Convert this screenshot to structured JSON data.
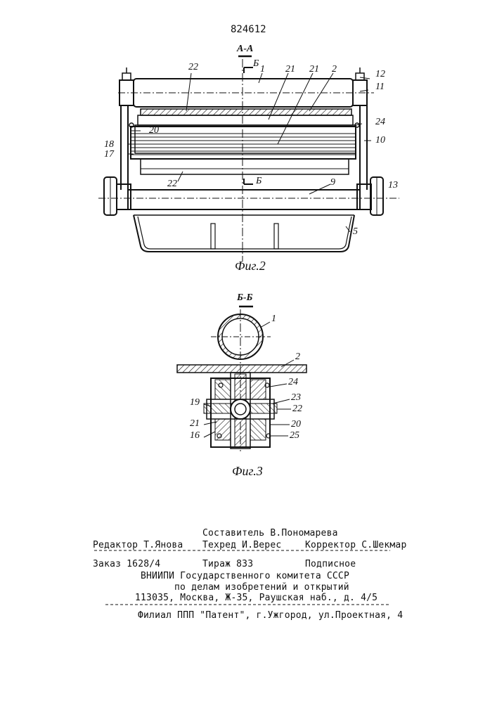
{
  "patent_number": "824612",
  "figure2": {
    "section_label": "А-А",
    "section_marker_b": "Б",
    "caption": "Фиг.2",
    "callouts": [
      "22",
      "1",
      "21",
      "21",
      "2",
      "12",
      "11",
      "24",
      "10",
      "20",
      "18",
      "17",
      "22",
      "Б",
      "9",
      "13",
      "5"
    ]
  },
  "figure3": {
    "section_label": "Б-Б",
    "caption": "Фиг.3",
    "callouts": [
      "1",
      "2",
      "24",
      "23",
      "22",
      "19",
      "21",
      "16",
      "20",
      "25"
    ]
  },
  "footer": {
    "compiler": "Составитель В.Пономарева",
    "editor": "Редактор Т.Янова",
    "techred": "Техред И.Верес",
    "corrector": "Корректор С.Шекмар",
    "order": "Заказ 1628/4",
    "circulation": "Тираж 833",
    "subscription": "Подписное",
    "org_line1": "ВНИИПИ Государственного комитета СССР",
    "org_line2": "по делам изобретений и открытий",
    "address": "113035, Москва, Ж-35, Раушская наб., д. 4/5",
    "branch": "Филиал ППП \"Патент\", г.Ужгород, ул.Проектная, 4"
  }
}
